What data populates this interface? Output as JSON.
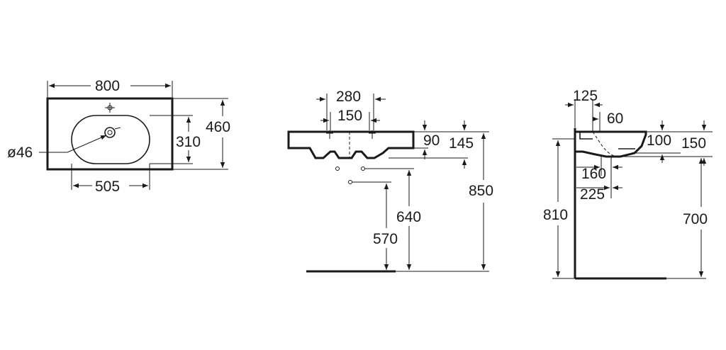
{
  "views": {
    "top": {
      "width_label": "800",
      "depth_label": "460",
      "bowl_depth_label": "310",
      "bowl_width_label": "505",
      "drain_label": "ø46"
    },
    "front": {
      "tap_spacing_label": "280",
      "tap_spacing_inner_label": "150",
      "rim_label": "90",
      "rim_total_label": "145",
      "height_label": "850",
      "waste_upper_label": "640",
      "waste_lower_label": "570"
    },
    "side": {
      "top_offset_label": "125",
      "top_inner_label": "60",
      "rim_label": "100",
      "rim_total_label": "150",
      "bowl_depth_label": "160",
      "overall_depth_label": "225",
      "wall_height_label": "810",
      "floor_height_label": "700"
    }
  }
}
